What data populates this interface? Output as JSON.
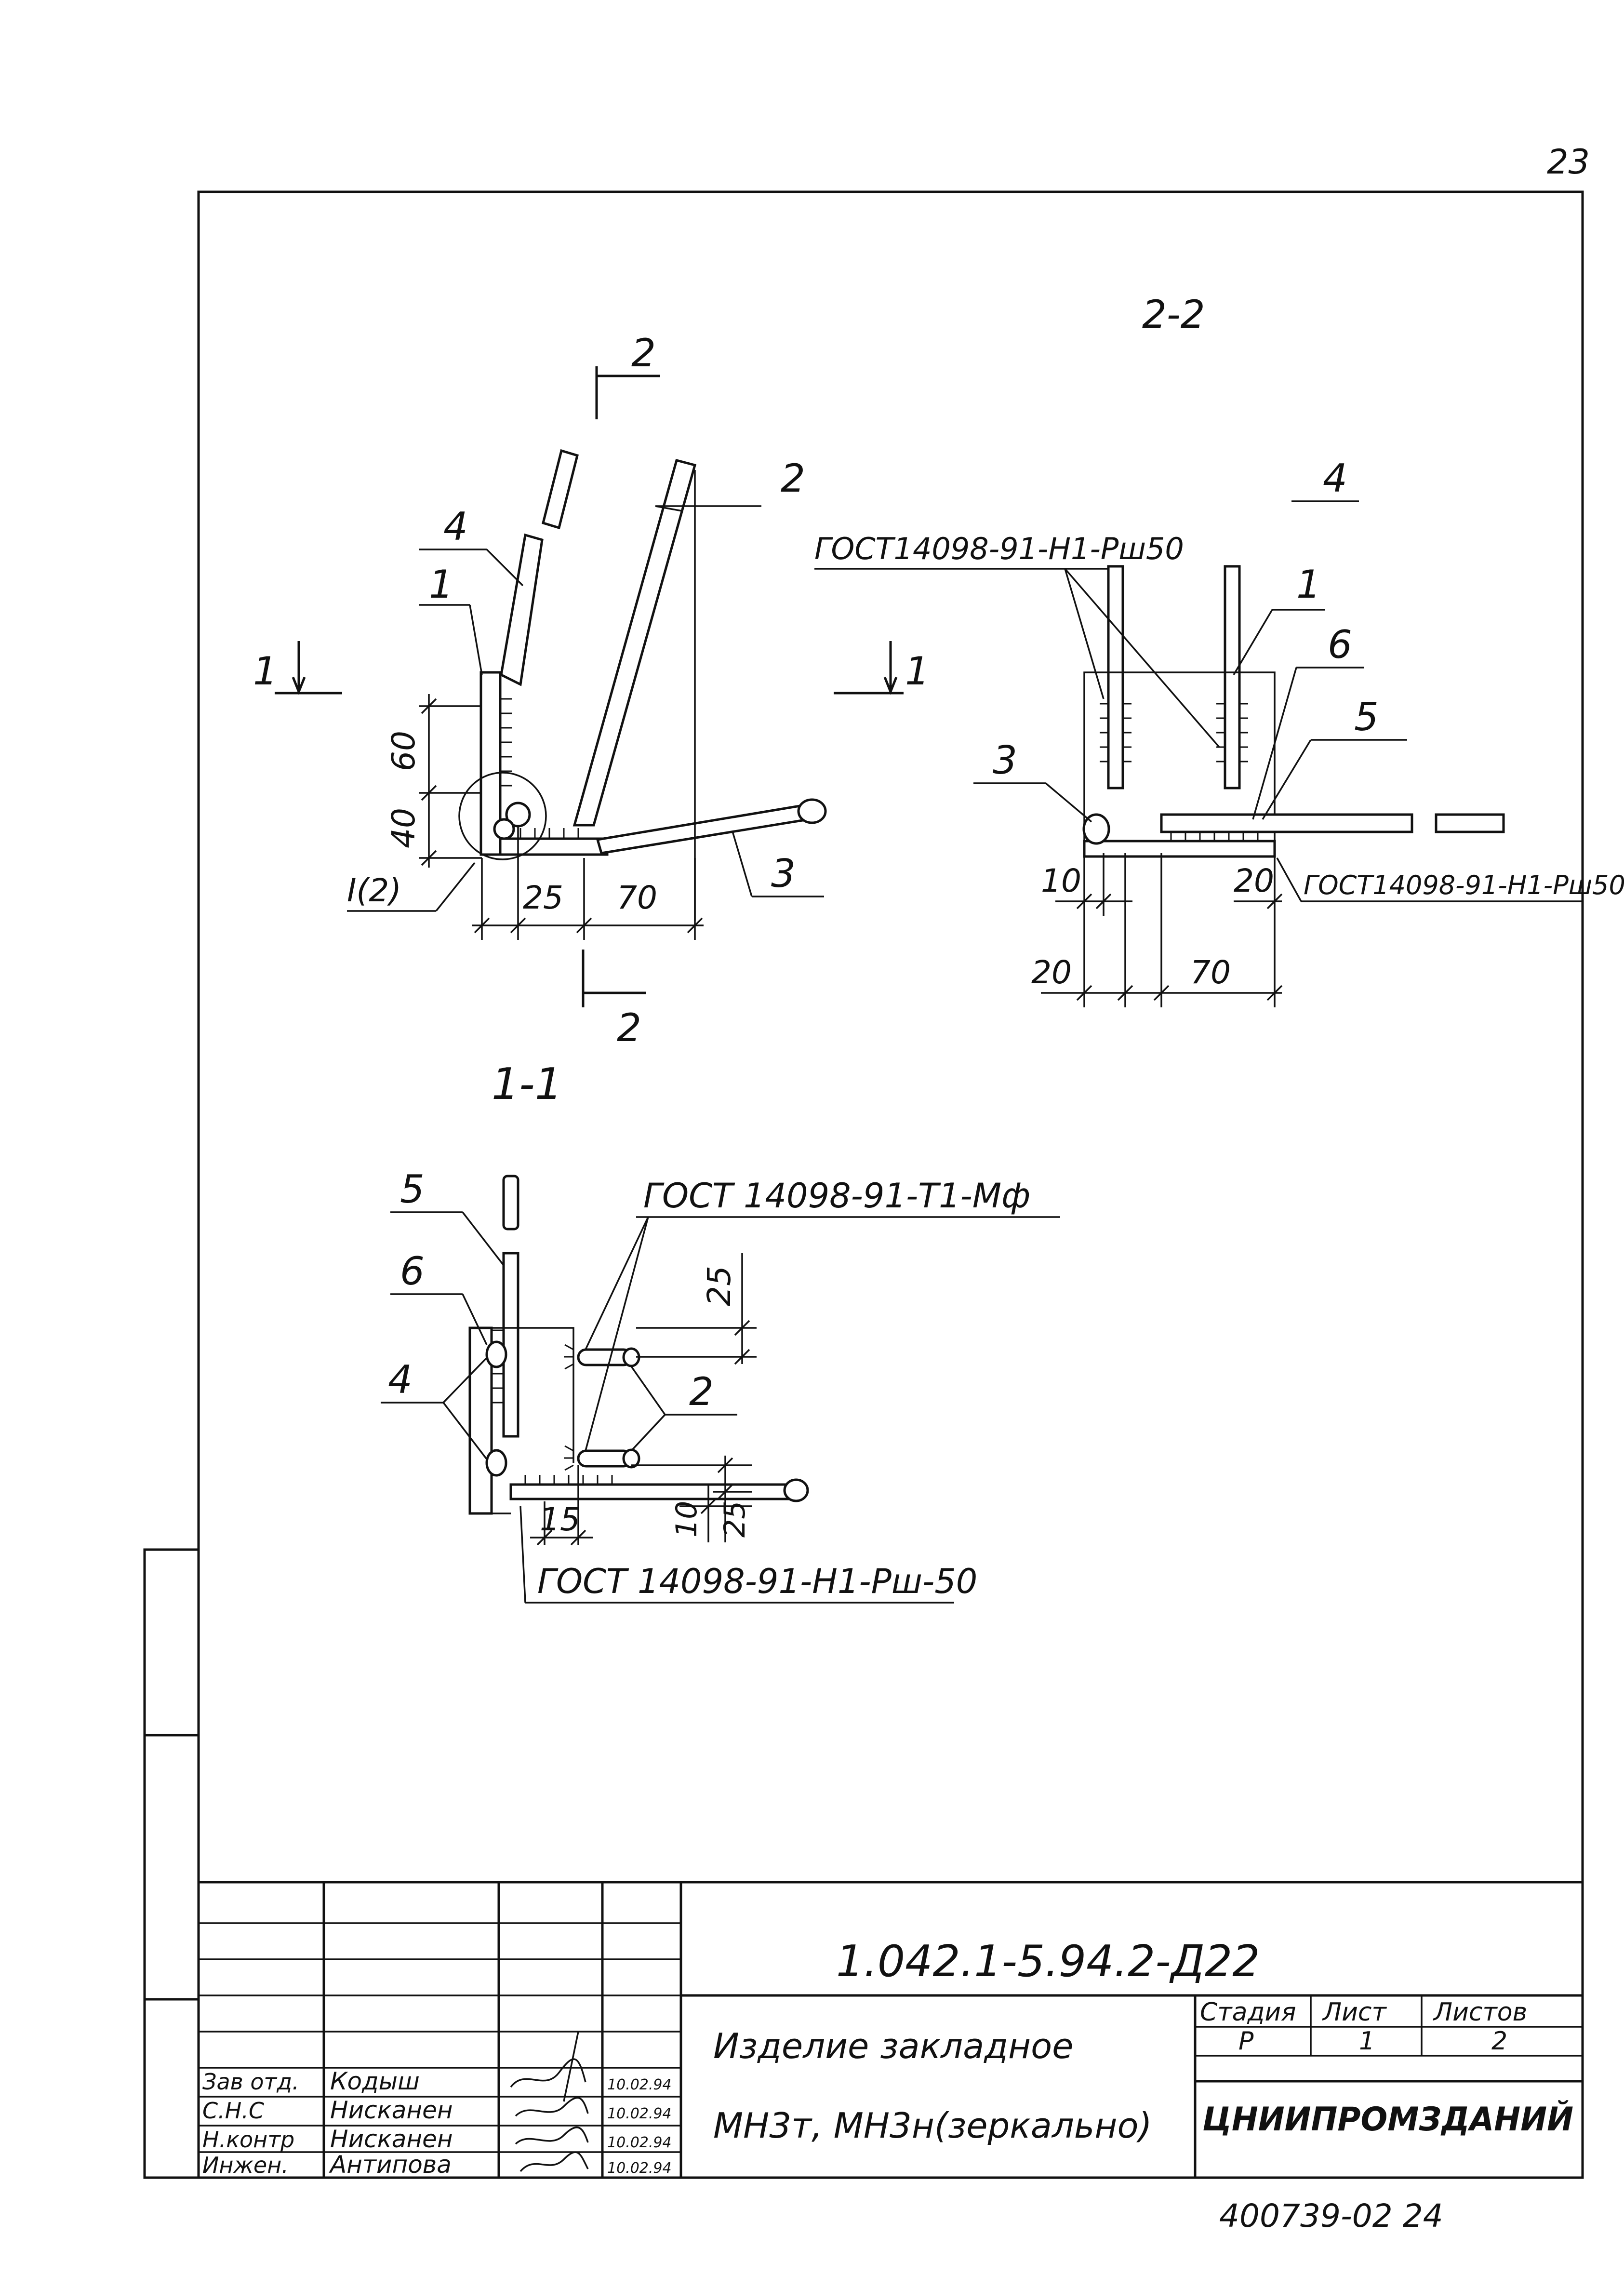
{
  "page_number": "23",
  "views": {
    "section_2_2_title": "2-2",
    "section_1_1_title": "1-1"
  },
  "cut_marks": {
    "cut2_top": "2",
    "cut2_bottom": "2",
    "cut1_left": "1",
    "cut1_right": "1",
    "detail_ref": "I(2)"
  },
  "position_labels": {
    "v1_p4": "4",
    "v1_p1": "1",
    "v1_p2": "2",
    "v1_p3": "3",
    "v2_p4": "4",
    "v2_p1": "1",
    "v2_p6": "6",
    "v2_p5": "5",
    "v2_p3": "3",
    "v3_p5": "5",
    "v3_p6": "6",
    "v3_p4": "4",
    "v3_p2": "2"
  },
  "dimensions": {
    "v1_60": "60",
    "v1_40": "40",
    "v1_25": "25",
    "v1_70": "70",
    "v2_10": "10",
    "v2_20a": "20",
    "v2_20b": "20",
    "v2_70": "70",
    "v3_25a": "25",
    "v3_15": "15",
    "v3_10": "10",
    "v3_25b": "25"
  },
  "weld_notes": {
    "v2_top": "ГОСТ14098-91-Н1-Рш50",
    "v2_bottom": "ГОСТ14098-91-Н1-Рш50",
    "v3_top": "ГОСТ 14098-91-Т1-Мф",
    "v3_bottom": "ГОСТ 14098-91-Н1-Рш-50"
  },
  "title_block": {
    "doc_code": "1.042.1-5.94.2-Д22",
    "name_line1": "Изделие закладное",
    "name_line2": "МН3т, МН3н(зеркально)",
    "hdr_stage": "Стадия",
    "hdr_sheet": "Лист",
    "hdr_sheets": "Листов",
    "val_stage": "Р",
    "val_sheet": "1",
    "val_sheets": "2",
    "org": "ЦНИИПРОМЗДАНИЙ",
    "rows": [
      {
        "role": "Зав отд.",
        "name": "Кодыш",
        "date": "10.02.94"
      },
      {
        "role": "С.Н.С",
        "name": "Нисканен",
        "date": "10.02.94"
      },
      {
        "role": "Н.контр",
        "name": "Нисканен",
        "date": "10.02.94"
      },
      {
        "role": "Инжен.",
        "name": "Антипова",
        "date": "10.02.94"
      }
    ]
  },
  "footer_code": "400739-02 24"
}
